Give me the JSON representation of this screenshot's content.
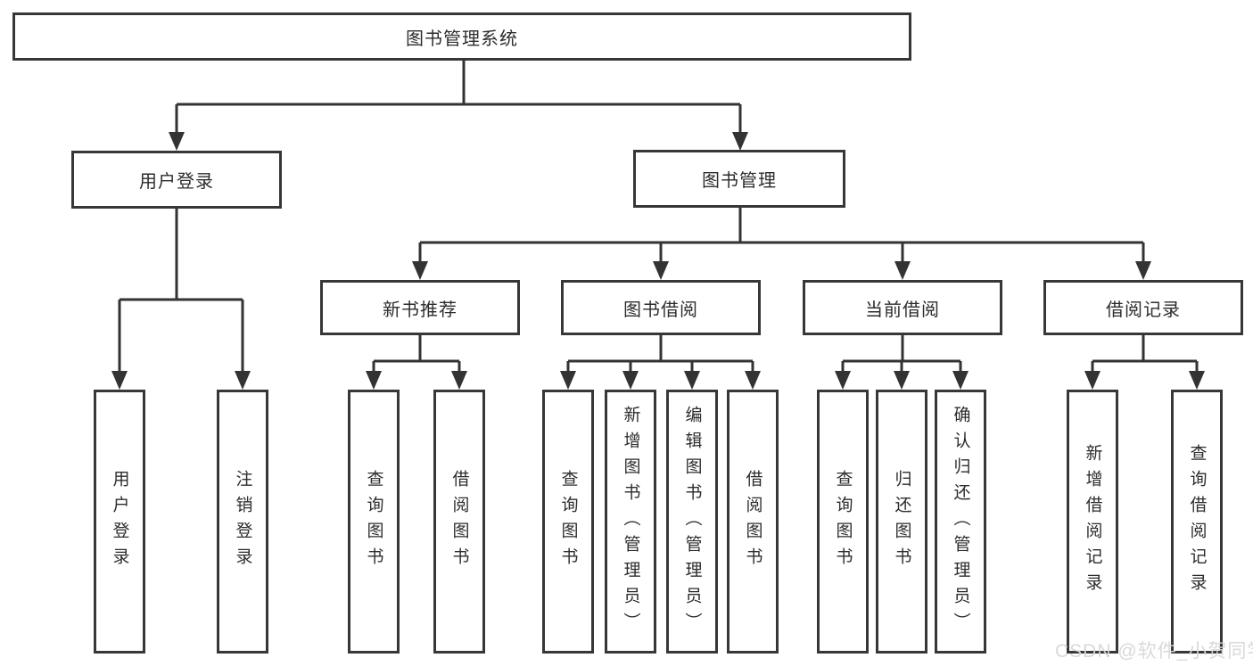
{
  "tree": {
    "label": "图书管理系统",
    "children": [
      {
        "label": "用户登录",
        "children": [
          {
            "label": "用户登录"
          },
          {
            "label": "注销登录"
          }
        ]
      },
      {
        "label": "图书管理",
        "children": [
          {
            "label": "新书推荐",
            "children": [
              {
                "label": "查询图书"
              },
              {
                "label": "借阅图书"
              }
            ]
          },
          {
            "label": "图书借阅",
            "children": [
              {
                "label": "查询图书"
              },
              {
                "label": "新增图书（管理员）"
              },
              {
                "label": "编辑图书（管理员）"
              },
              {
                "label": "借阅图书"
              }
            ]
          },
          {
            "label": "当前借阅",
            "children": [
              {
                "label": "查询图书"
              },
              {
                "label": "归还图书"
              },
              {
                "label": "确认归还（管理员）"
              }
            ]
          },
          {
            "label": "借阅记录",
            "children": [
              {
                "label": "新增借阅记录"
              },
              {
                "label": "查询借阅记录"
              }
            ]
          }
        ]
      }
    ]
  },
  "watermark": {
    "text": "CSDN @软件_小贺同学"
  },
  "colors": {
    "line": "#333333",
    "box_border": "#373737",
    "text": "#2d2d2d",
    "background": "#ffffff",
    "watermark": "#d7d7d7"
  }
}
